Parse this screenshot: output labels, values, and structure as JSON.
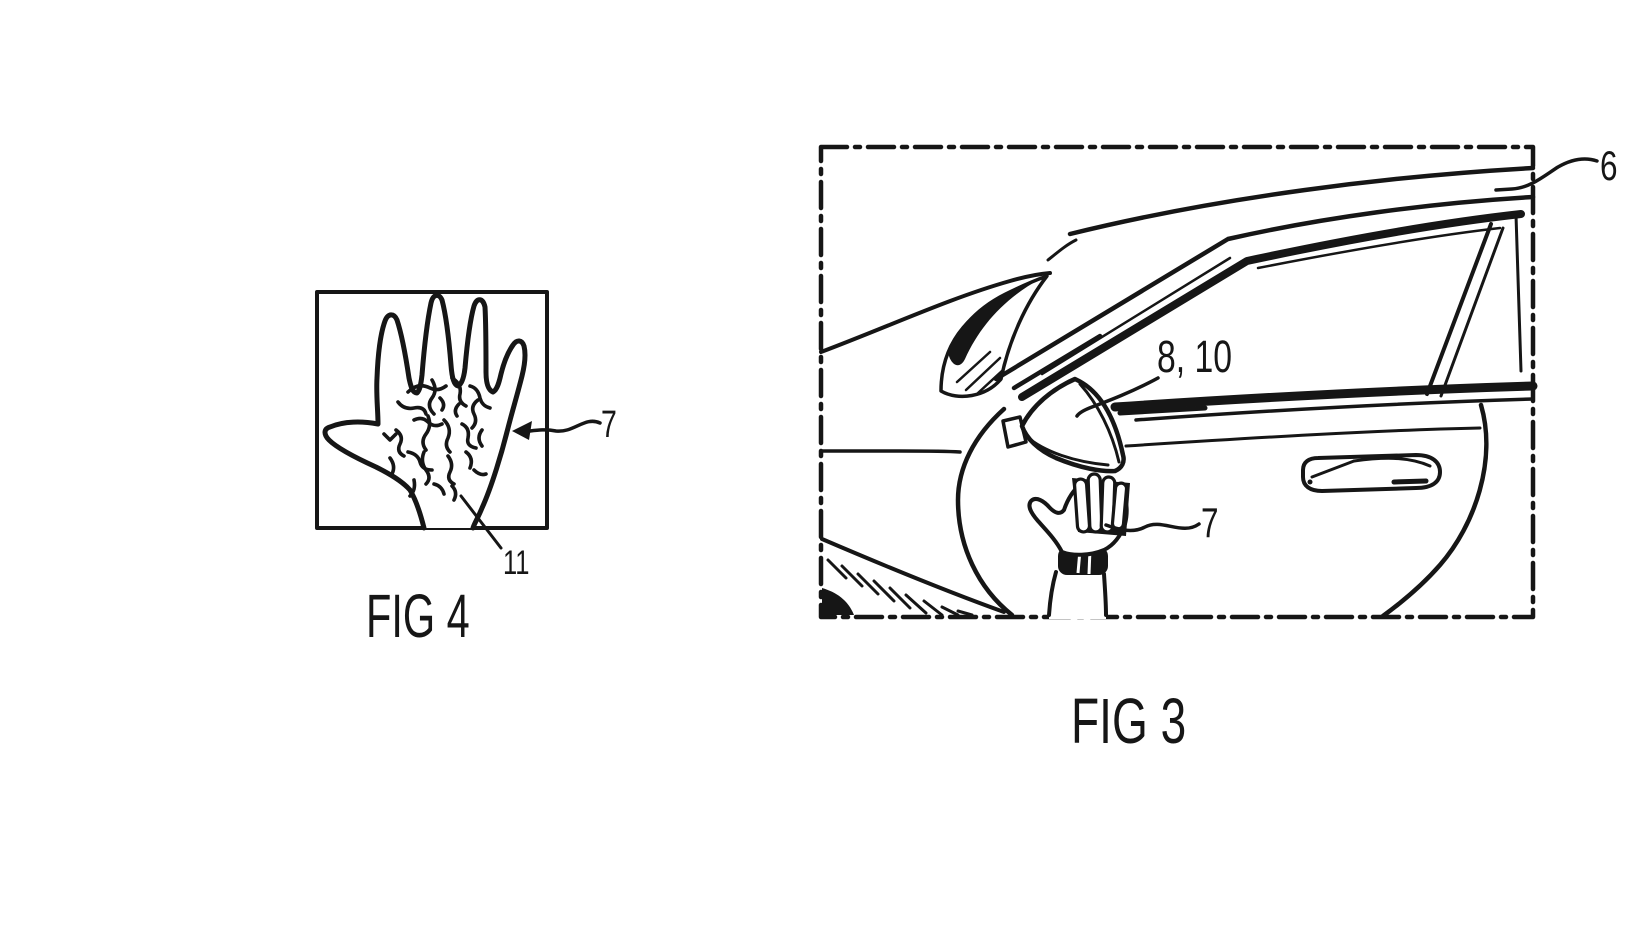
{
  "page": {
    "type": "patent-drawing-sheet",
    "background_color": "#ffffff",
    "ink_color": "#161616"
  },
  "fig4": {
    "caption": "FIG 4",
    "labels": {
      "hand": "7",
      "vein_pattern": "11"
    }
  },
  "fig3": {
    "caption": "FIG 3",
    "labels": {
      "roof": "6",
      "mirror_sensor": "8, 10",
      "hand": "7"
    }
  }
}
